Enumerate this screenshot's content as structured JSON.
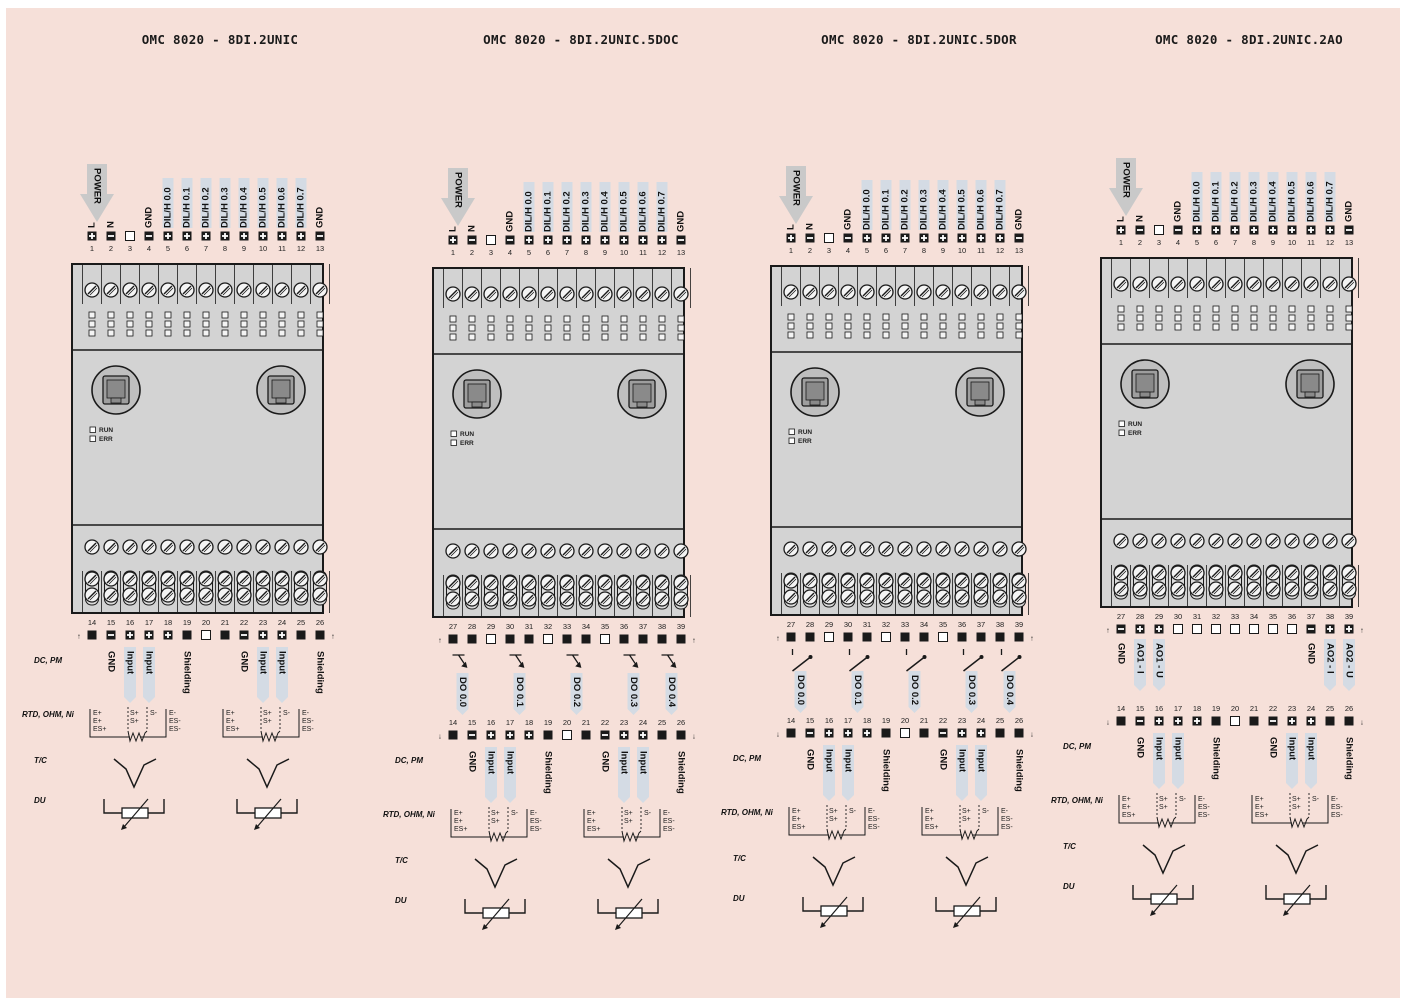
{
  "modules": [
    {
      "title": "OMC 8020 - 8DI.2UNIC",
      "power_label": "POWER",
      "top_labels": [
        "L",
        "N",
        "",
        "GND",
        "DIL/H 0.0",
        "DIL/H 0.1",
        "DIL/H 0.2",
        "DIL/H 0.3",
        "DIL/H 0.4",
        "DIL/H 0.5",
        "DIL/H 0.6",
        "DIL/H 0.7",
        "GND"
      ],
      "top_terminals": [
        "plus",
        "minus",
        "empty",
        "minus",
        "plus",
        "plus",
        "plus",
        "plus",
        "plus",
        "plus",
        "plus",
        "plus",
        "minus"
      ],
      "top_numbers": [
        "1",
        "2",
        "3",
        "4",
        "5",
        "6",
        "7",
        "8",
        "9",
        "10",
        "11",
        "12",
        "13"
      ],
      "led_labels": [
        "RUN",
        "ERR"
      ],
      "extra_row": null,
      "io_row": {
        "numbers": [
          "14",
          "15",
          "16",
          "17",
          "18",
          "19",
          "20",
          "21",
          "22",
          "23",
          "24",
          "25",
          "26"
        ],
        "terminals": [
          "filled",
          "minus",
          "plus",
          "plus",
          "plus",
          "filled",
          "empty",
          "filled",
          "minus",
          "plus",
          "plus",
          "filled",
          "filled"
        ],
        "labels": [
          "",
          "GND",
          "Input",
          "Input",
          "",
          "Shielding",
          "",
          "",
          "GND",
          "Input",
          "Input",
          "",
          "Shielding"
        ],
        "arrows": [
          "↑",
          "↑"
        ]
      },
      "legend": {
        "dc_pm": "DC, PM",
        "rtd": "RTD, OHM, Ni",
        "tc": "T/C",
        "du": "DU",
        "left_terms": [
          "E+",
          "E+",
          "ES+"
        ],
        "mid_terms": [
          "S+",
          "S+"
        ],
        "s_minus": "S-",
        "right_terms": [
          "E-",
          "ES-",
          "ES-"
        ]
      }
    },
    {
      "title": "OMC 8020 - 8DI.2UNIC.5DOC",
      "power_label": "POWER",
      "top_labels": [
        "L",
        "N",
        "",
        "GND",
        "DIL/H 0.0",
        "DIL/H 0.1",
        "DIL/H 0.2",
        "DIL/H 0.3",
        "DIL/H 0.4",
        "DIL/H 0.5",
        "DIL/H 0.6",
        "DIL/H 0.7",
        "GND"
      ],
      "top_terminals": [
        "plus",
        "minus",
        "empty",
        "minus",
        "plus",
        "plus",
        "plus",
        "plus",
        "plus",
        "plus",
        "plus",
        "plus",
        "minus"
      ],
      "top_numbers": [
        "1",
        "2",
        "3",
        "4",
        "5",
        "6",
        "7",
        "8",
        "9",
        "10",
        "11",
        "12",
        "13"
      ],
      "led_labels": [
        "RUN",
        "ERR"
      ],
      "extra_row": {
        "kind": "transistor",
        "numbers": [
          "27",
          "28",
          "29",
          "30",
          "31",
          "32",
          "33",
          "34",
          "35",
          "36",
          "37",
          "38",
          "39"
        ],
        "terminals": [
          "filled",
          "filled",
          "empty",
          "filled",
          "filled",
          "empty",
          "filled",
          "filled",
          "empty",
          "filled",
          "filled",
          "filled",
          "filled"
        ],
        "outputs": [
          "DO 0.0",
          "DO 0.1",
          "DO 0.2",
          "DO 0.3",
          "DO 0.4"
        ],
        "arrow": "↑"
      },
      "io_row": {
        "numbers": [
          "14",
          "15",
          "16",
          "17",
          "18",
          "19",
          "20",
          "21",
          "22",
          "23",
          "24",
          "25",
          "26"
        ],
        "terminals": [
          "filled",
          "minus",
          "plus",
          "plus",
          "plus",
          "filled",
          "empty",
          "filled",
          "minus",
          "plus",
          "plus",
          "filled",
          "filled"
        ],
        "labels": [
          "",
          "GND",
          "Input",
          "Input",
          "",
          "Shielding",
          "",
          "",
          "GND",
          "Input",
          "Input",
          "",
          "Shielding"
        ],
        "arrows": [
          "↓",
          "↓"
        ]
      },
      "legend": {
        "dc_pm": "DC, PM",
        "rtd": "RTD, OHM, Ni",
        "tc": "T/C",
        "du": "DU",
        "left_terms": [
          "E+",
          "E+",
          "ES+"
        ],
        "mid_terms": [
          "S+",
          "S+"
        ],
        "s_minus": "S-",
        "right_terms": [
          "E-",
          "ES-",
          "ES-"
        ]
      }
    },
    {
      "title": "OMC 8020 - 8DI.2UNIC.5DOR",
      "power_label": "POWER",
      "top_labels": [
        "L",
        "N",
        "",
        "GND",
        "DIL/H 0.0",
        "DIL/H 0.1",
        "DIL/H 0.2",
        "DIL/H 0.3",
        "DIL/H 0.4",
        "DIL/H 0.5",
        "DIL/H 0.6",
        "DIL/H 0.7",
        "GND"
      ],
      "top_terminals": [
        "plus",
        "minus",
        "empty",
        "minus",
        "plus",
        "plus",
        "plus",
        "plus",
        "plus",
        "plus",
        "plus",
        "plus",
        "minus"
      ],
      "top_numbers": [
        "1",
        "2",
        "3",
        "4",
        "5",
        "6",
        "7",
        "8",
        "9",
        "10",
        "11",
        "12",
        "13"
      ],
      "led_labels": [
        "RUN",
        "ERR"
      ],
      "extra_row": {
        "kind": "relay",
        "numbers": [
          "27",
          "28",
          "29",
          "30",
          "31",
          "32",
          "33",
          "34",
          "35",
          "36",
          "37",
          "38",
          "39"
        ],
        "terminals": [
          "filled",
          "filled",
          "empty",
          "filled",
          "filled",
          "empty",
          "filled",
          "filled",
          "empty",
          "filled",
          "filled",
          "filled",
          "filled"
        ],
        "outputs": [
          "DO 0.0",
          "DO 0.1",
          "DO 0.2",
          "DO 0.3",
          "DO 0.4"
        ],
        "arrow": "↑"
      },
      "io_row": {
        "numbers": [
          "14",
          "15",
          "16",
          "17",
          "18",
          "19",
          "20",
          "21",
          "22",
          "23",
          "24",
          "25",
          "26"
        ],
        "terminals": [
          "filled",
          "minus",
          "plus",
          "plus",
          "plus",
          "filled",
          "empty",
          "filled",
          "minus",
          "plus",
          "plus",
          "filled",
          "filled"
        ],
        "labels": [
          "",
          "GND",
          "Input",
          "Input",
          "",
          "Shielding",
          "",
          "",
          "GND",
          "Input",
          "Input",
          "",
          "Shielding"
        ],
        "arrows": [
          "↓",
          "↓"
        ]
      },
      "legend": {
        "dc_pm": "DC, PM",
        "rtd": "RTD, OHM, Ni",
        "tc": "T/C",
        "du": "DU",
        "left_terms": [
          "E+",
          "E+",
          "ES+"
        ],
        "mid_terms": [
          "S+",
          "S+"
        ],
        "s_minus": "S-",
        "right_terms": [
          "E-",
          "ES-",
          "ES-"
        ]
      }
    },
    {
      "title": "OMC 8020 - 8DI.2UNIC.2AO",
      "power_label": "POWER",
      "top_labels": [
        "L",
        "N",
        "",
        "GND",
        "DIL/H 0.0",
        "DIL/H 0.1",
        "DIL/H 0.2",
        "DIL/H 0.3",
        "DIL/H 0.4",
        "DIL/H 0.5",
        "DIL/H 0.6",
        "DIL/H 0.7",
        "GND"
      ],
      "top_terminals": [
        "plus",
        "minus",
        "empty",
        "minus",
        "plus",
        "plus",
        "plus",
        "plus",
        "plus",
        "plus",
        "plus",
        "plus",
        "minus"
      ],
      "top_numbers": [
        "1",
        "2",
        "3",
        "4",
        "5",
        "6",
        "7",
        "8",
        "9",
        "10",
        "11",
        "12",
        "13"
      ],
      "led_labels": [
        "RUN",
        "ERR"
      ],
      "extra_row": {
        "kind": "analog",
        "numbers": [
          "27",
          "28",
          "29",
          "30",
          "31",
          "32",
          "33",
          "34",
          "35",
          "36",
          "37",
          "38",
          "39"
        ],
        "terminals": [
          "minus",
          "plus",
          "plus",
          "empty",
          "empty",
          "empty",
          "empty",
          "empty",
          "empty",
          "empty",
          "minus",
          "plus",
          "plus"
        ],
        "labels": [
          "GND",
          "AO1 - I",
          "AO1 - U",
          "",
          "",
          "",
          "",
          "",
          "",
          "",
          "GND",
          "AO2 - I",
          "AO2 - U"
        ],
        "arrow": "↑"
      },
      "io_row": {
        "numbers": [
          "14",
          "15",
          "16",
          "17",
          "18",
          "19",
          "20",
          "21",
          "22",
          "23",
          "24",
          "25",
          "26"
        ],
        "terminals": [
          "filled",
          "minus",
          "plus",
          "plus",
          "plus",
          "filled",
          "empty",
          "filled",
          "minus",
          "plus",
          "plus",
          "filled",
          "filled"
        ],
        "labels": [
          "",
          "GND",
          "Input",
          "Input",
          "",
          "Shielding",
          "",
          "",
          "GND",
          "Input",
          "Input",
          "",
          "Shielding"
        ],
        "arrows": [
          "↓",
          "↓"
        ]
      },
      "legend": {
        "dc_pm": "DC, PM",
        "rtd": "RTD, OHM, Ni",
        "tc": "T/C",
        "du": "DU",
        "left_terms": [
          "E+",
          "E+",
          "ES+"
        ],
        "mid_terms": [
          "S+",
          "S+"
        ],
        "s_minus": "S-",
        "right_terms": [
          "E-",
          "ES-",
          "ES-"
        ]
      }
    }
  ],
  "colors": {
    "background": "#f6e0d9",
    "housing": "#d3d3d3",
    "housing_dark": "#c4c4c4",
    "label_tab": "#d4dbe4",
    "power_arrow": "#c9c9c9",
    "ink": "#1a1a1a"
  }
}
